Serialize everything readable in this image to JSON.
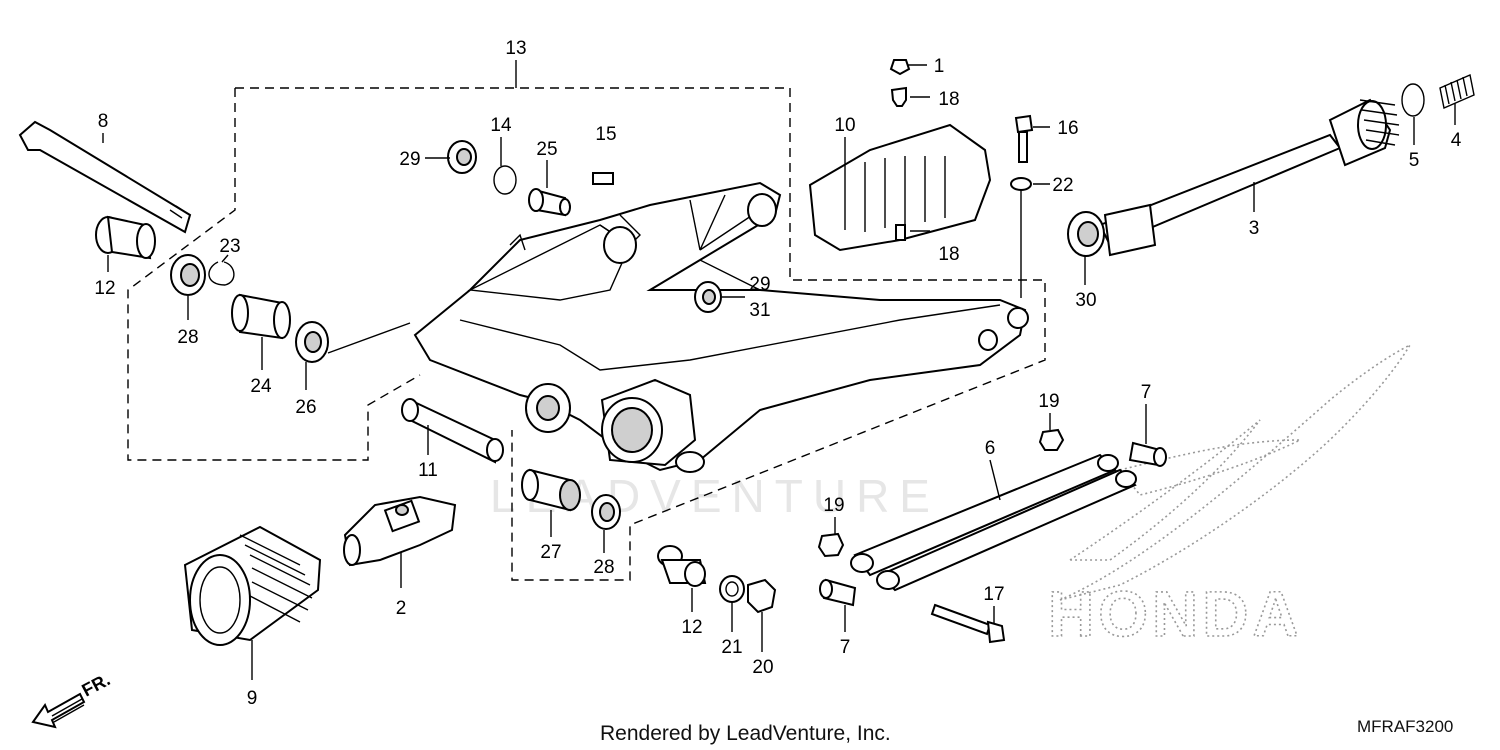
{
  "callouts": {
    "c1": "1",
    "c2": "2",
    "c3": "3",
    "c4": "4",
    "c5": "5",
    "c6": "6",
    "c7a": "7",
    "c7b": "7",
    "c8": "8",
    "c9": "9",
    "c10": "10",
    "c11": "11",
    "c12a": "12",
    "c12b": "12",
    "c13": "13",
    "c14": "14",
    "c15": "15",
    "c16": "16",
    "c17": "17",
    "c18a": "18",
    "c18b": "18",
    "c19a": "19",
    "c19b": "19",
    "c20": "20",
    "c21": "21",
    "c22": "22",
    "c23": "23",
    "c24": "24",
    "c25": "25",
    "c26": "26",
    "c27": "27",
    "c28a": "28",
    "c28b": "28",
    "c29a": "29",
    "c29b": "29",
    "c30": "30",
    "c31": "31"
  },
  "direction_label": "FR.",
  "brand_logo": "HONDA",
  "watermark": "LEADVENTURE",
  "footer_credit": "Rendered by LeadVenture, Inc.",
  "diagram_code": "MFRAF3200"
}
